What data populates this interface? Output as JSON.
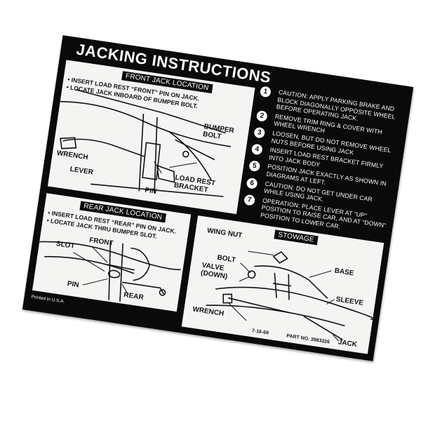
{
  "title": "JACKING INSTRUCTIONS",
  "front": {
    "heading": "FRONT JACK LOCATION",
    "bullets": [
      "INSERT LOAD REST “FRONT” PIN ON JACK.",
      "LOCATE JACK INBOARD OF BUMPER BOLT."
    ],
    "labels": {
      "bumper_bolt": "BUMPER\nBOLT",
      "wrench": "WRENCH",
      "lever": "LEVER",
      "pin": "PIN",
      "load_rest_bracket": "LOAD REST\nBRACKET"
    }
  },
  "rear": {
    "heading": "REAR JACK LOCATION",
    "bullets": [
      "INSERT LOAD REST “REAR” PIN ON JACK.",
      "LOCATE JACK THRU BUMPER SLOT."
    ],
    "labels": {
      "front": "FRONT",
      "slot": "SLOT",
      "pin": "PIN",
      "rear": "REAR"
    }
  },
  "stowage": {
    "heading": "STOWAGE",
    "labels": {
      "wing_nut": "WING NUT",
      "bolt": "BOLT",
      "valve": "VALVE\n(DOWN)",
      "base": "BASE",
      "sleeve": "SLEEVE",
      "wrench": "WRENCH",
      "jack": "JACK"
    },
    "date": "7-16-69",
    "part_no": "PART NO. 3983326"
  },
  "steps": [
    {
      "num": "1",
      "text": "CAUTION: APPLY PARKING BRAKE AND BLOCK DIAGONALLY OPPOSITE WHEEL BEFORE OPERATING JACK."
    },
    {
      "num": "2",
      "text": "REMOVE TRIM RING & COVER WITH WHEEL WRENCH"
    },
    {
      "num": "3",
      "text": "LOOSEN, BUT DO NOT REMOVE WHEEL NUTS BEFORE USING JACK"
    },
    {
      "num": "4",
      "text": "INSERT LOAD REST BRACKET FIRMLY INTO JACK BODY"
    },
    {
      "num": "5",
      "text": "POSITION JACK EXACTLY AS SHOWN IN DIAGRAMS AT LEFT."
    },
    {
      "num": "6",
      "text": "CAUTION: DO NOT GET UNDER CAR WHILE USING JACK."
    },
    {
      "num": "7",
      "text": "OPERATION: PLACE LEVER AT “UP” POSITION TO RAISE CAR, AND AT “DOWN” POSITION TO LOWER CAR."
    }
  ],
  "footer": {
    "printed": "Printed in U.S.A."
  }
}
